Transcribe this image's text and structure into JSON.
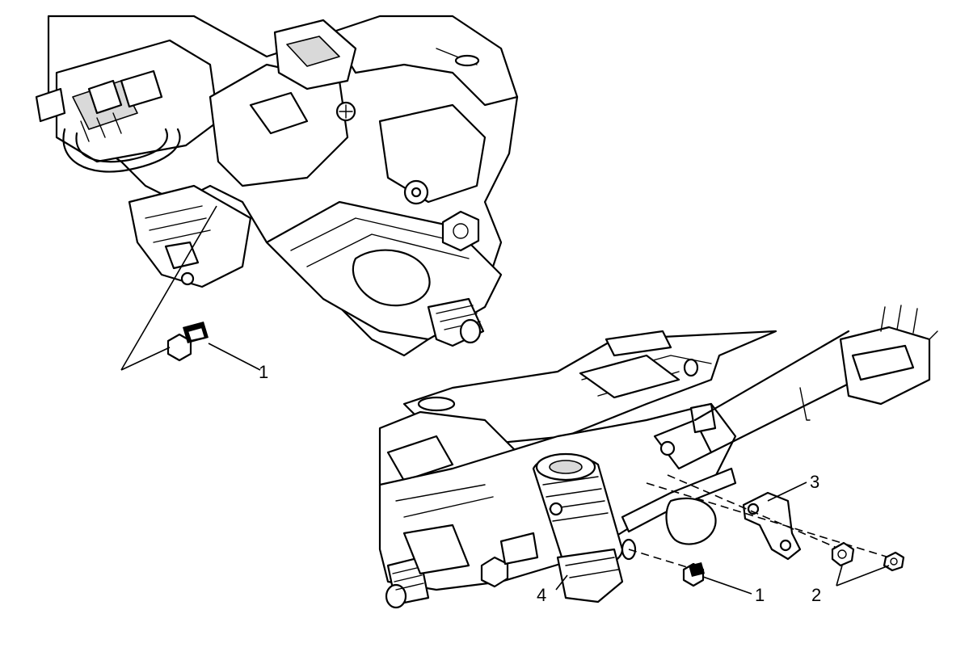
{
  "callouts": [
    {
      "id": "c1a",
      "label": "1"
    },
    {
      "id": "c1b",
      "label": "1"
    },
    {
      "id": "c2",
      "label": "2"
    },
    {
      "id": "c3",
      "label": "3"
    },
    {
      "id": "c4",
      "label": "4"
    }
  ],
  "colors": {
    "line": "#000000",
    "background": "#ffffff",
    "shade": "#d9d9d9"
  }
}
